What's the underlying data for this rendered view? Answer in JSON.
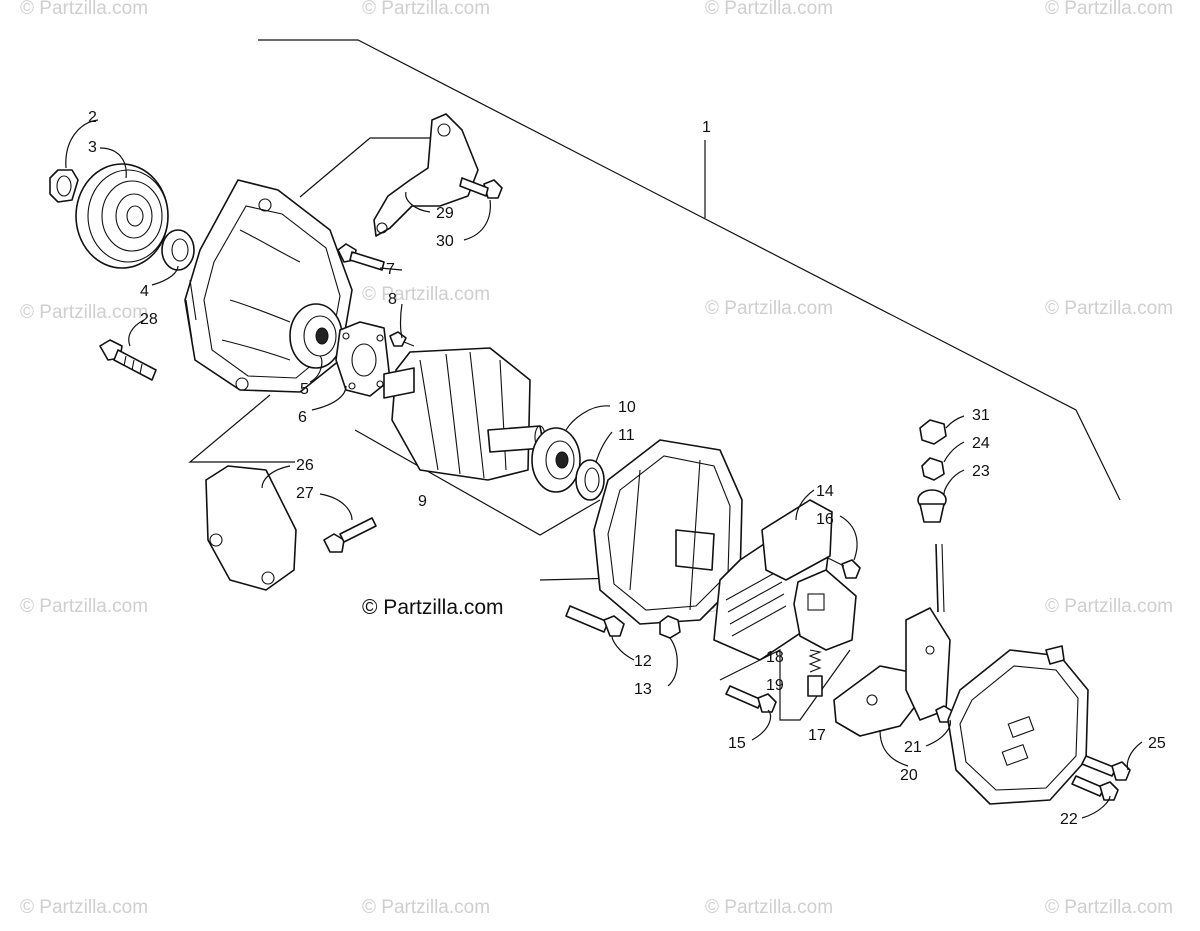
{
  "watermark": {
    "text": "© Partzilla.com",
    "main_text": "© Partzilla.com"
  },
  "callouts": [
    "1",
    "2",
    "3",
    "4",
    "5",
    "6",
    "7",
    "8",
    "9",
    "10",
    "11",
    "12",
    "13",
    "14",
    "15",
    "16",
    "17",
    "18",
    "19",
    "20",
    "21",
    "22",
    "23",
    "24",
    "25",
    "26",
    "27",
    "28",
    "29",
    "30",
    "31"
  ]
}
